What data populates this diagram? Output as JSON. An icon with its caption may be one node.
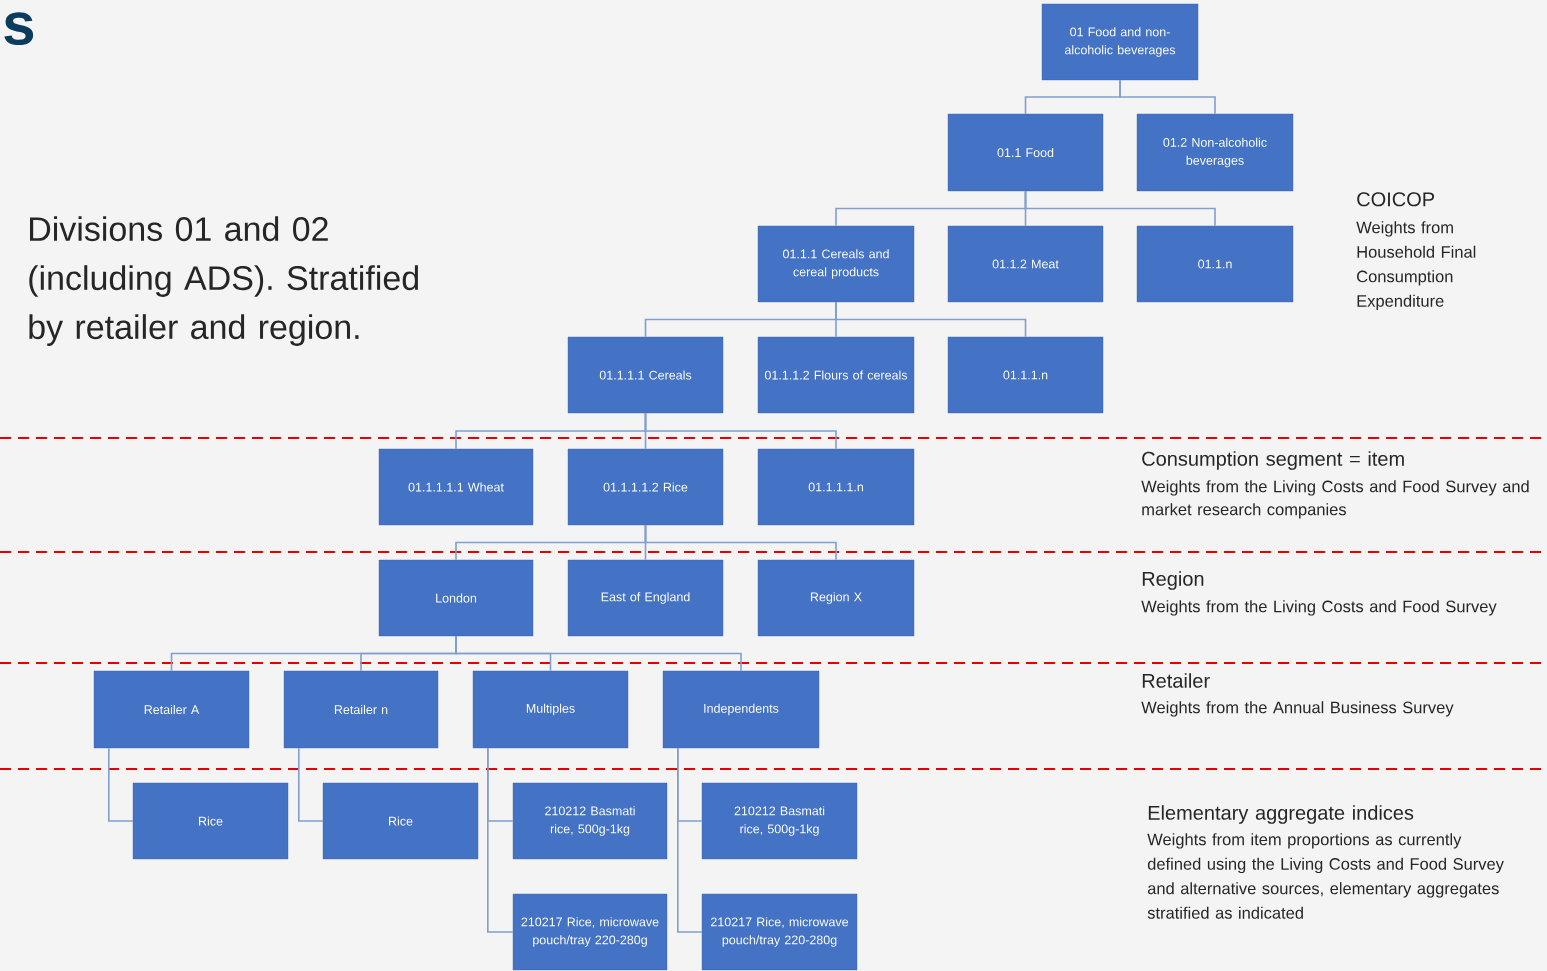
{
  "diagram": {
    "nodes": [
      {
        "text": [
          "01 Food and non-alcoholic beverages"
        ]
      },
      {
        "text": [
          "01.1 Food"
        ]
      },
      {
        "text": [
          "01.2 Non-alcoholic beverages"
        ]
      },
      {
        "text": [
          "01.1.1 Cereals and cereal products"
        ]
      },
      {
        "text": [
          "01.1.2 Meat"
        ]
      },
      {
        "text": [
          "01.1.n"
        ]
      },
      {
        "text": [
          "01.1.1.1 Cereals"
        ]
      },
      {
        "text": [
          "01.1.1.2 Flours of cereals"
        ]
      },
      {
        "text": [
          "01.1.1.n"
        ]
      },
      {
        "text": [
          "01.1.1.1.1 Wheat"
        ]
      },
      {
        "text": [
          "01.1.1.1.2 Rice"
        ]
      },
      {
        "text": [
          "01.1.1.1.n"
        ]
      },
      {
        "text": [
          "London"
        ]
      },
      {
        "text": [
          "East of England"
        ]
      },
      {
        "text": [
          "Region X"
        ]
      },
      {
        "text": [
          "Retailer A"
        ]
      },
      {
        "text": [
          "Retailer n"
        ]
      },
      {
        "text": [
          "Multiples"
        ]
      },
      {
        "text": [
          "Independents"
        ]
      },
      {
        "text": [
          "Rice"
        ]
      },
      {
        "text": [
          "Rice"
        ]
      },
      {
        "text": [
          "210212 Basmati rice, 500g-1kg"
        ]
      },
      {
        "text": [
          "210217 Rice, microwave pouch/tray 220-280g"
        ]
      },
      {
        "text": [
          "210212 Basmati rice, 500g-1kg"
        ]
      },
      {
        "text": [
          "210217 Rice, microwave pouch/tray 220-280g"
        ]
      }
    ],
    "edges": [
      {
        "from": 0,
        "to": 1,
        "arrow": "none"
      },
      {
        "from": 0,
        "to": 2,
        "arrow": "none"
      },
      {
        "from": 1,
        "to": 3,
        "arrow": "none"
      },
      {
        "from": 1,
        "to": 4,
        "arrow": "none"
      },
      {
        "from": 1,
        "to": 5,
        "arrow": "none"
      },
      {
        "from": 3,
        "to": 6,
        "arrow": "none"
      },
      {
        "from": 3,
        "to": 7,
        "arrow": "none"
      },
      {
        "from": 3,
        "to": 8,
        "arrow": "none"
      },
      {
        "from": 6,
        "to": 9,
        "arrow": "none"
      },
      {
        "from": 6,
        "to": 10,
        "arrow": "none"
      },
      {
        "from": 6,
        "to": 11,
        "arrow": "none"
      },
      {
        "from": 10,
        "to": 12,
        "arrow": "none"
      },
      {
        "from": 10,
        "to": 13,
        "arrow": "none"
      },
      {
        "from": 10,
        "to": 14,
        "arrow": "none"
      },
      {
        "from": 12,
        "to": 15,
        "arrow": "none"
      },
      {
        "from": 12,
        "to": 16,
        "arrow": "none"
      },
      {
        "from": 12,
        "to": 17,
        "arrow": "none"
      },
      {
        "from": 12,
        "to": 18,
        "arrow": "none"
      },
      {
        "from": 15,
        "to": 19,
        "arrow": "none"
      },
      {
        "from": 16,
        "to": 20,
        "arrow": "none"
      },
      {
        "from": 17,
        "to": 21,
        "arrow": "none"
      },
      {
        "from": 17,
        "to": 22,
        "arrow": "none"
      },
      {
        "from": 18,
        "to": 23,
        "arrow": "none"
      },
      {
        "from": 18,
        "to": 24,
        "arrow": "none"
      }
    ],
    "labels": [
      "s",
      "Divisions 01 and 02 (including ADS). Stratified by retailer and region.",
      "COICOP",
      "Weights from Household Final Consumption Expenditure",
      "Consumption segment = item",
      "Weights from the Living Costs and Food Survey and market research companies",
      "Region",
      "Weights from the Living Costs and Food Survey",
      "Retailer",
      "Weights from the Annual Business Survey",
      "Elementary aggregate indices",
      "Weights from item proportions as currently defined using the Living Costs and Food Survey and alternative sources, elementary aggregates stratified as indicated"
    ]
  }
}
